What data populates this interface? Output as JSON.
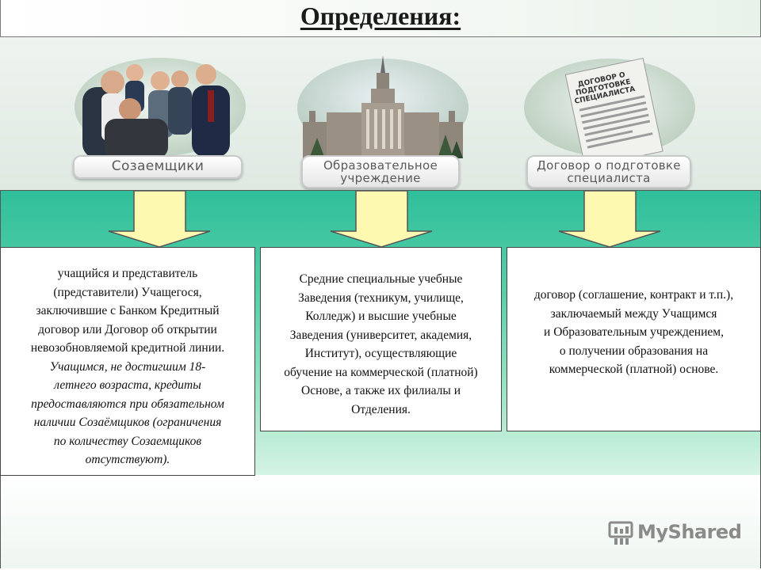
{
  "title": "Определения:",
  "categories": [
    {
      "label_lines": [
        "Созаемщики"
      ],
      "icon": "people-group-icon"
    },
    {
      "label_lines": [
        "Образовательное",
        "учреждение"
      ],
      "icon": "university-building-icon"
    },
    {
      "label_lines": [
        "Договор о подготовке",
        "специалиста"
      ],
      "icon": "contract-document-icon"
    }
  ],
  "document_caption_lines": [
    "ДОГОВОР О",
    "ПОДГОТОВКЕ",
    "СПЕЦИАЛИСТА"
  ],
  "definitions": [
    {
      "normal": [
        "учащийся и представитель",
        "(представители) Учащегося,",
        "заключившие с Банком Кредитный",
        "договор или Договор об открытии",
        "невозобновляемой кредитной линии."
      ],
      "italic": [
        "Учащимся, не достигшим 18-",
        "летнего возраста, кредиты",
        "предоставляются при обязательном",
        "наличии Созаёмщиков (ограничения",
        "по количеству Созаемщиков",
        "отсутствуют)."
      ]
    },
    {
      "normal": [
        "Средние специальные учебные",
        "Заведения (техникум, училище,",
        "Колледж) и высшие учебные",
        "Заведения (университет, академия,",
        "Институт), осуществляющие",
        "обучение на коммерческой (платной)",
        "Основе, а также их филиалы и",
        "Отделения."
      ]
    },
    {
      "normal": [
        "договор (соглашение, контракт и т.п.),",
        "заключаемый между Учащимся",
        "и Образовательным учреждением,",
        "о получении образования на",
        "коммерческой (платной) основе."
      ]
    }
  ],
  "watermark": {
    "text": "MyShared",
    "icon": "myshared-logo-icon"
  },
  "colors": {
    "teal_top": "#2fbf9a",
    "teal_bottom": "#d6f4e4",
    "arrow_fill": "#fdf9b0",
    "arrow_stroke": "#555555"
  }
}
